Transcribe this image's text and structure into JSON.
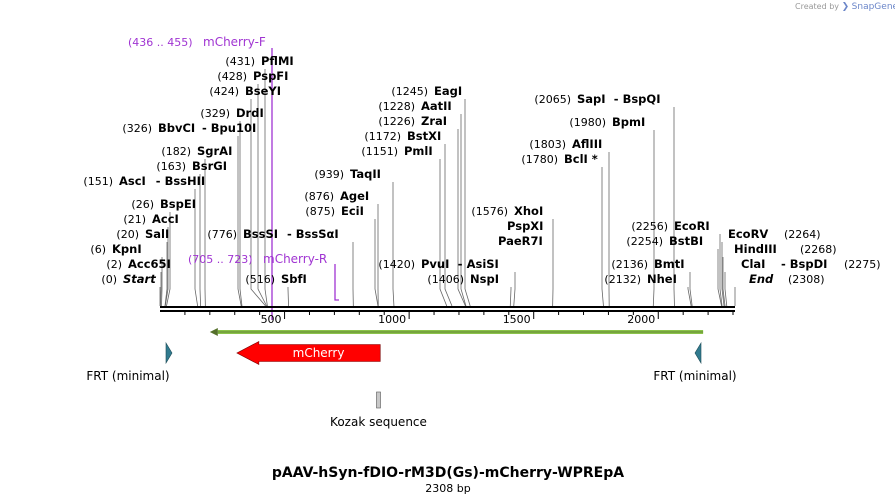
{
  "brand": {
    "prefix": "Created by",
    "name": "SnapGene"
  },
  "map": {
    "title": "pAAV-hSyn-fDIO-rM3D(Gs)-mCherry-WPREpA",
    "length_label": "2308 bp",
    "ruler": [
      {
        "label": "500",
        "pos": 500
      },
      {
        "label": "1000",
        "pos": 1000
      },
      {
        "label": "1500",
        "pos": 1500
      },
      {
        "label": "2000",
        "pos": 2000
      }
    ],
    "sites": [
      {
        "pos_label": "(0)",
        "name": "Start",
        "site": 0,
        "italic": true
      },
      {
        "pos_label": "(2)",
        "name": "Acc65I",
        "site": 2
      },
      {
        "pos_label": "(6)",
        "name": "KpnI",
        "site": 6
      },
      {
        "pos_label": "(20)",
        "name": "SalI",
        "site": 20
      },
      {
        "pos_label": "(21)",
        "name": "AccI",
        "site": 21
      },
      {
        "pos_label": "(26)",
        "name": "BspEI",
        "site": 26
      },
      {
        "pos_label": "(151)",
        "name": "AscI",
        "name2": "BssHII",
        "site": 151
      },
      {
        "pos_label": "(163)",
        "name": "BsrGI",
        "site": 163
      },
      {
        "pos_label": "(182)",
        "name": "SgrAI",
        "site": 182
      },
      {
        "pos_label": "(326)",
        "name": "BbvCI",
        "name2": "Bpu10I",
        "site": 326
      },
      {
        "pos_label": "(329)",
        "name": "DrdI",
        "site": 329
      },
      {
        "pos_label": "(424)",
        "name": "BseYI",
        "site": 424
      },
      {
        "pos_label": "(428)",
        "name": "PspFI",
        "site": 428
      },
      {
        "pos_label": "(431)",
        "name": "PflMI",
        "site": 431
      },
      {
        "pos_label": "(516)",
        "name": "SbfI",
        "site": 516
      },
      {
        "pos_label": "(776)",
        "name": "BssSI",
        "name2": "BssSαI",
        "site": 776
      },
      {
        "pos_label": "(875)",
        "name": "EciI",
        "site": 875
      },
      {
        "pos_label": "(876)",
        "name": "AgeI",
        "site": 876
      },
      {
        "pos_label": "(939)",
        "name": "TaqII",
        "site": 939
      },
      {
        "pos_label": "(1151)",
        "name": "PmlI",
        "site": 1151
      },
      {
        "pos_label": "(1172)",
        "name": "BstXI",
        "site": 1172
      },
      {
        "pos_label": "(1226)",
        "name": "ZraI",
        "site": 1226
      },
      {
        "pos_label": "(1228)",
        "name": "AatII",
        "site": 1228
      },
      {
        "pos_label": "(1245)",
        "name": "EagI",
        "site": 1245
      },
      {
        "pos_label": "(1406)",
        "name": "NspI",
        "site": 1406
      },
      {
        "pos_label": "(1420)",
        "name": "PvuI",
        "name2": "AsiSI",
        "site": 1420
      },
      {
        "pos_label": "(1576)",
        "name": "XhoI",
        "site": 1576
      },
      {
        "pos_label": "",
        "name": "PspXI",
        "site": 1576
      },
      {
        "pos_label": "",
        "name": "PaeR7I",
        "site": 1576
      },
      {
        "pos_label": "(1780)",
        "name": "BclI *",
        "site": 1780
      },
      {
        "pos_label": "(1803)",
        "name": "AflIII",
        "site": 1803
      },
      {
        "pos_label": "(1980)",
        "name": "BpmI",
        "site": 1980
      },
      {
        "pos_label": "(2065)",
        "name": "SapI",
        "name2": "BspQI",
        "site": 2065
      },
      {
        "pos_label": "(2132)",
        "name": "NheI",
        "site": 2132
      },
      {
        "pos_label": "(2136)",
        "name": "BmtI",
        "site": 2136
      },
      {
        "pos_label": "(2254)",
        "name": "BstBI",
        "site": 2254
      },
      {
        "pos_label": "(2256)",
        "name": "EcoRI",
        "site": 2256
      },
      {
        "pos_label": "(2264)",
        "name": "EcoRV",
        "site": 2264
      },
      {
        "pos_label": "(2268)",
        "name": "HindIII",
        "site": 2268
      },
      {
        "pos_label": "(2275)",
        "name": "ClaI",
        "name2": "BspDI",
        "site": 2275
      },
      {
        "pos_label": "(2308)",
        "name": "End",
        "site": 2308,
        "italic": true
      }
    ],
    "primers": [
      {
        "range_label": "(436 .. 455)",
        "name": "mCherry-F",
        "start": 436,
        "end": 455
      },
      {
        "range_label": "(705 .. 723)",
        "name": "mCherry-R",
        "start": 705,
        "end": 723
      }
    ],
    "orf": {
      "start": 200,
      "end": 2180
    },
    "features": [
      {
        "name": "mCherry",
        "start": 160,
        "end": 876,
        "direction": "reverse",
        "color": "#ff0000"
      },
      {
        "name": "FRT (minimal)",
        "start": 30,
        "end": 59,
        "direction": "forward",
        "color": "#317b8f",
        "position": "left"
      },
      {
        "name": "FRT (minimal)",
        "start": 2158,
        "end": 2187,
        "direction": "reverse",
        "color": "#317b8f",
        "position": "right"
      },
      {
        "name": "Kozak sequence",
        "start": 877,
        "end": 886,
        "direction": "none",
        "color": "#c8c8c8"
      }
    ],
    "colors": {
      "primer": "#a034d2",
      "orf": "#8bc34a",
      "backbone": "#000000",
      "label": "#000000",
      "pos": "#000000"
    }
  }
}
